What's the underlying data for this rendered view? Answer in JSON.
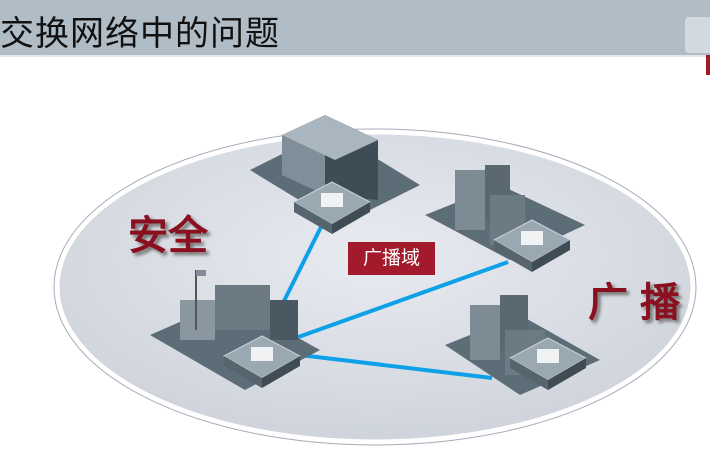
{
  "header": {
    "title": "交换网络中的问题"
  },
  "labels": {
    "security": "安全",
    "broadcast": "广播",
    "broadcast_domain": "广播域"
  },
  "colors": {
    "accent": "#a31a2c",
    "link": "#0ea0e8",
    "header": "#b0bcc6"
  }
}
